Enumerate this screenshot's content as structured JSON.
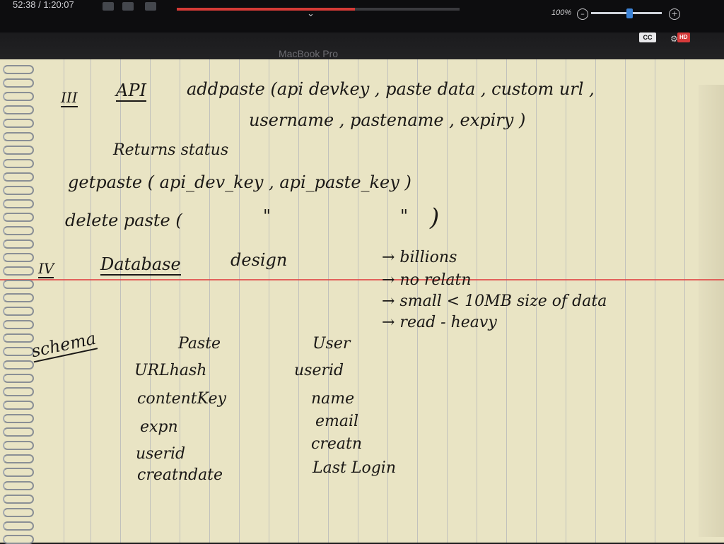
{
  "screen": {
    "time": "52:38 / 1:20:07",
    "zoom": "100%",
    "zoom_minus": "–",
    "zoom_plus": "+",
    "chevron": "⌄",
    "cc": "CC",
    "hd": "HD",
    "playback_progress": 0.63
  },
  "laptop_label": "MacBook Pro",
  "notes": {
    "section3_num": "III",
    "section3_title": "API",
    "add_line1": "addpaste (api devkey , paste data , custom url ,",
    "add_line2": "username , pastename , expiry )",
    "returns": "Returns  status",
    "get": "getpaste ( api_dev_key , api_paste_key )",
    "delete": "delete paste (",
    "quote1": "\"",
    "quote2": "\"",
    "close_paren": ")",
    "section4_num": "IV",
    "section4_title": "Database",
    "design": "design",
    "bullets": [
      "→ billions",
      "→ no relatn",
      "→ small  < 10MB  size of data",
      "→ read - heavy"
    ],
    "schema_label": "schema",
    "paste_table": {
      "title": "Paste",
      "fields": [
        "URLhash",
        "contentKey",
        "expn",
        "userid",
        "creatndate"
      ]
    },
    "user_table": {
      "title": "User",
      "fields": [
        "userid",
        "name",
        "email",
        "creatn",
        "Last Login"
      ]
    }
  }
}
